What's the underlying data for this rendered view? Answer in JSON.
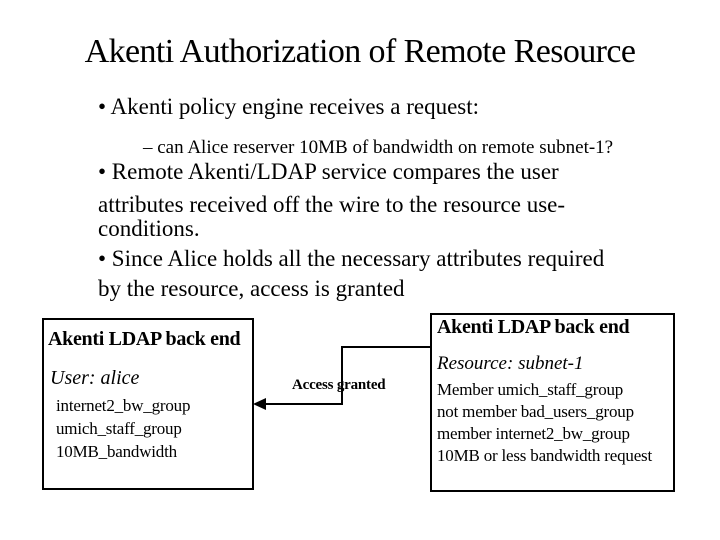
{
  "slide": {
    "title": "Akenti Authorization of Remote Resource",
    "bullet1": "• Akenti policy engine receives a request:",
    "sub_bullet": "– can Alice reserver 10MB of bandwidth on remote subnet-1?",
    "paragraph_lines": [
      "• Remote Akenti/LDAP service compares the user",
      "attributes received off the wire to the resource use-",
      "conditions.",
      "• Since Alice holds all the necessary attributes required",
      "by the resource, access is granted"
    ]
  },
  "diagram": {
    "user_box": {
      "title": "Akenti LDAP back end",
      "subtitle": "User: alice",
      "attributes": [
        "internet2_bw_group",
        "umich_staff_group",
        "10MB_bandwidth"
      ]
    },
    "resource_box": {
      "title": "Akenti LDAP back end",
      "subtitle": "Resource: subnet-1",
      "conditions": [
        "Member umich_staff_group",
        "not member bad_users_group",
        "member internet2_bw_group",
        "10MB or less bandwidth request"
      ]
    },
    "arrow_label": "Access granted"
  },
  "colors": {
    "background": "#ffffff",
    "text": "#000000",
    "box_border": "#000000"
  }
}
